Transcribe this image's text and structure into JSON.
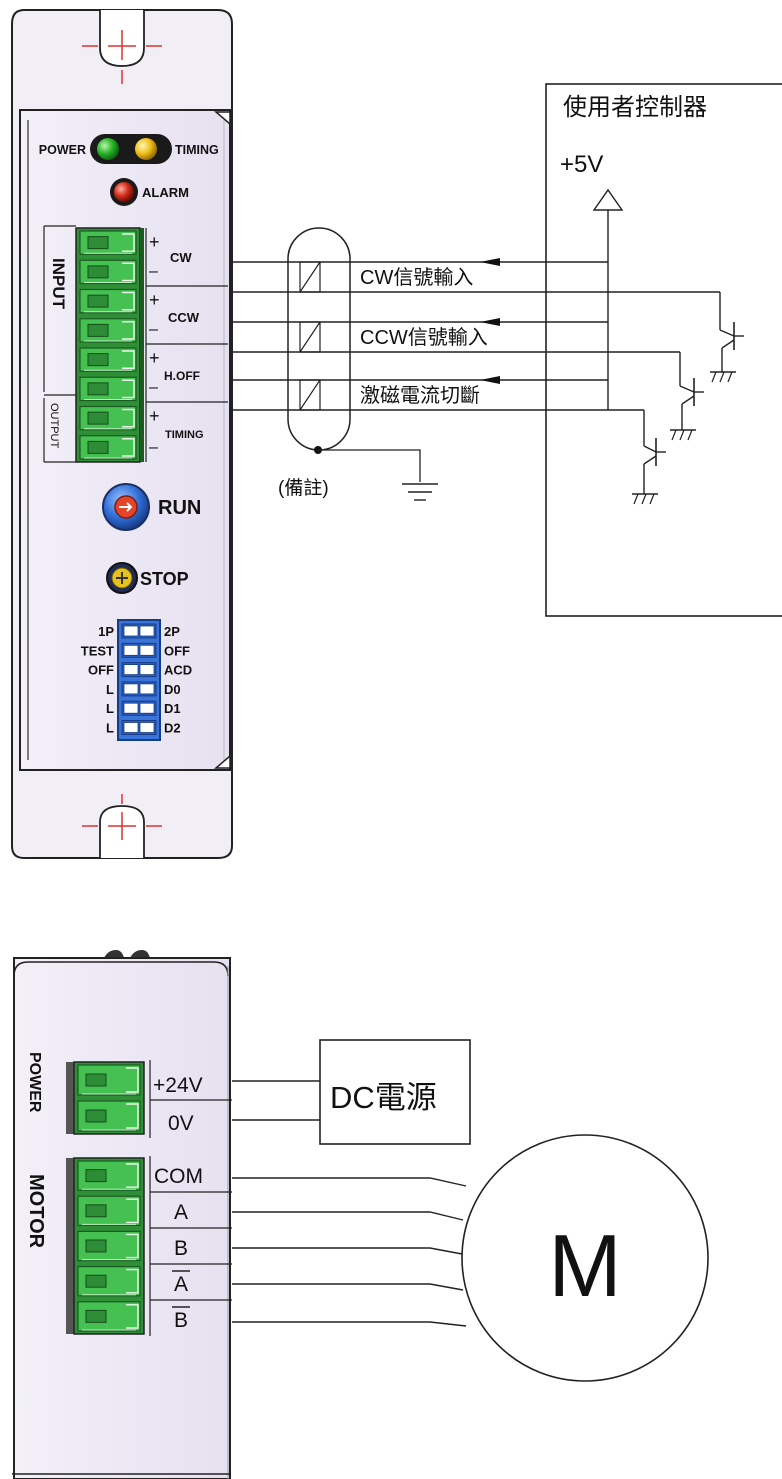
{
  "driver_top": {
    "led_labels": {
      "power": "POWER",
      "timing": "TIMING",
      "alarm": "ALARM"
    },
    "section_labels": {
      "input": "INPUT",
      "output": "OUTPUT"
    },
    "plus": "+",
    "minus": "–",
    "terminal_labels": {
      "cw": "CW",
      "ccw": "CCW",
      "hoff": "H.OFF",
      "timing": "TIMING"
    },
    "run_label": "RUN",
    "stop_label": "STOP",
    "dip_left": [
      "1P",
      "TEST",
      "OFF",
      "L",
      "L",
      "L"
    ],
    "dip_right": [
      "2P",
      "OFF",
      "ACD",
      "D0",
      "D1",
      "D2"
    ]
  },
  "wiring": {
    "signal_cw": "CW信號輸入",
    "signal_ccw": "CCW信號輸入",
    "signal_hoff": "激磁電流切斷",
    "note": "(備註)"
  },
  "controller": {
    "title": "使用者控制器",
    "supply": "+5V"
  },
  "driver_bottom": {
    "power_label": "POWER",
    "motor_label": "MOTOR",
    "power_terminals": [
      "+24V",
      "0V"
    ],
    "motor_terminals": [
      "COM",
      "A",
      "B",
      "A",
      "B"
    ]
  },
  "dc_source": "DC電源",
  "motor_symbol": "M",
  "colors": {
    "panel": "#ebe6f3",
    "led_green": "#2bb52b",
    "led_yellow": "#f2c01a",
    "led_red": "#d42c1a",
    "terminal_green": "#3fb54a",
    "knob_blue": "#2f6ed8",
    "dip_blue": "#3a74d8"
  }
}
